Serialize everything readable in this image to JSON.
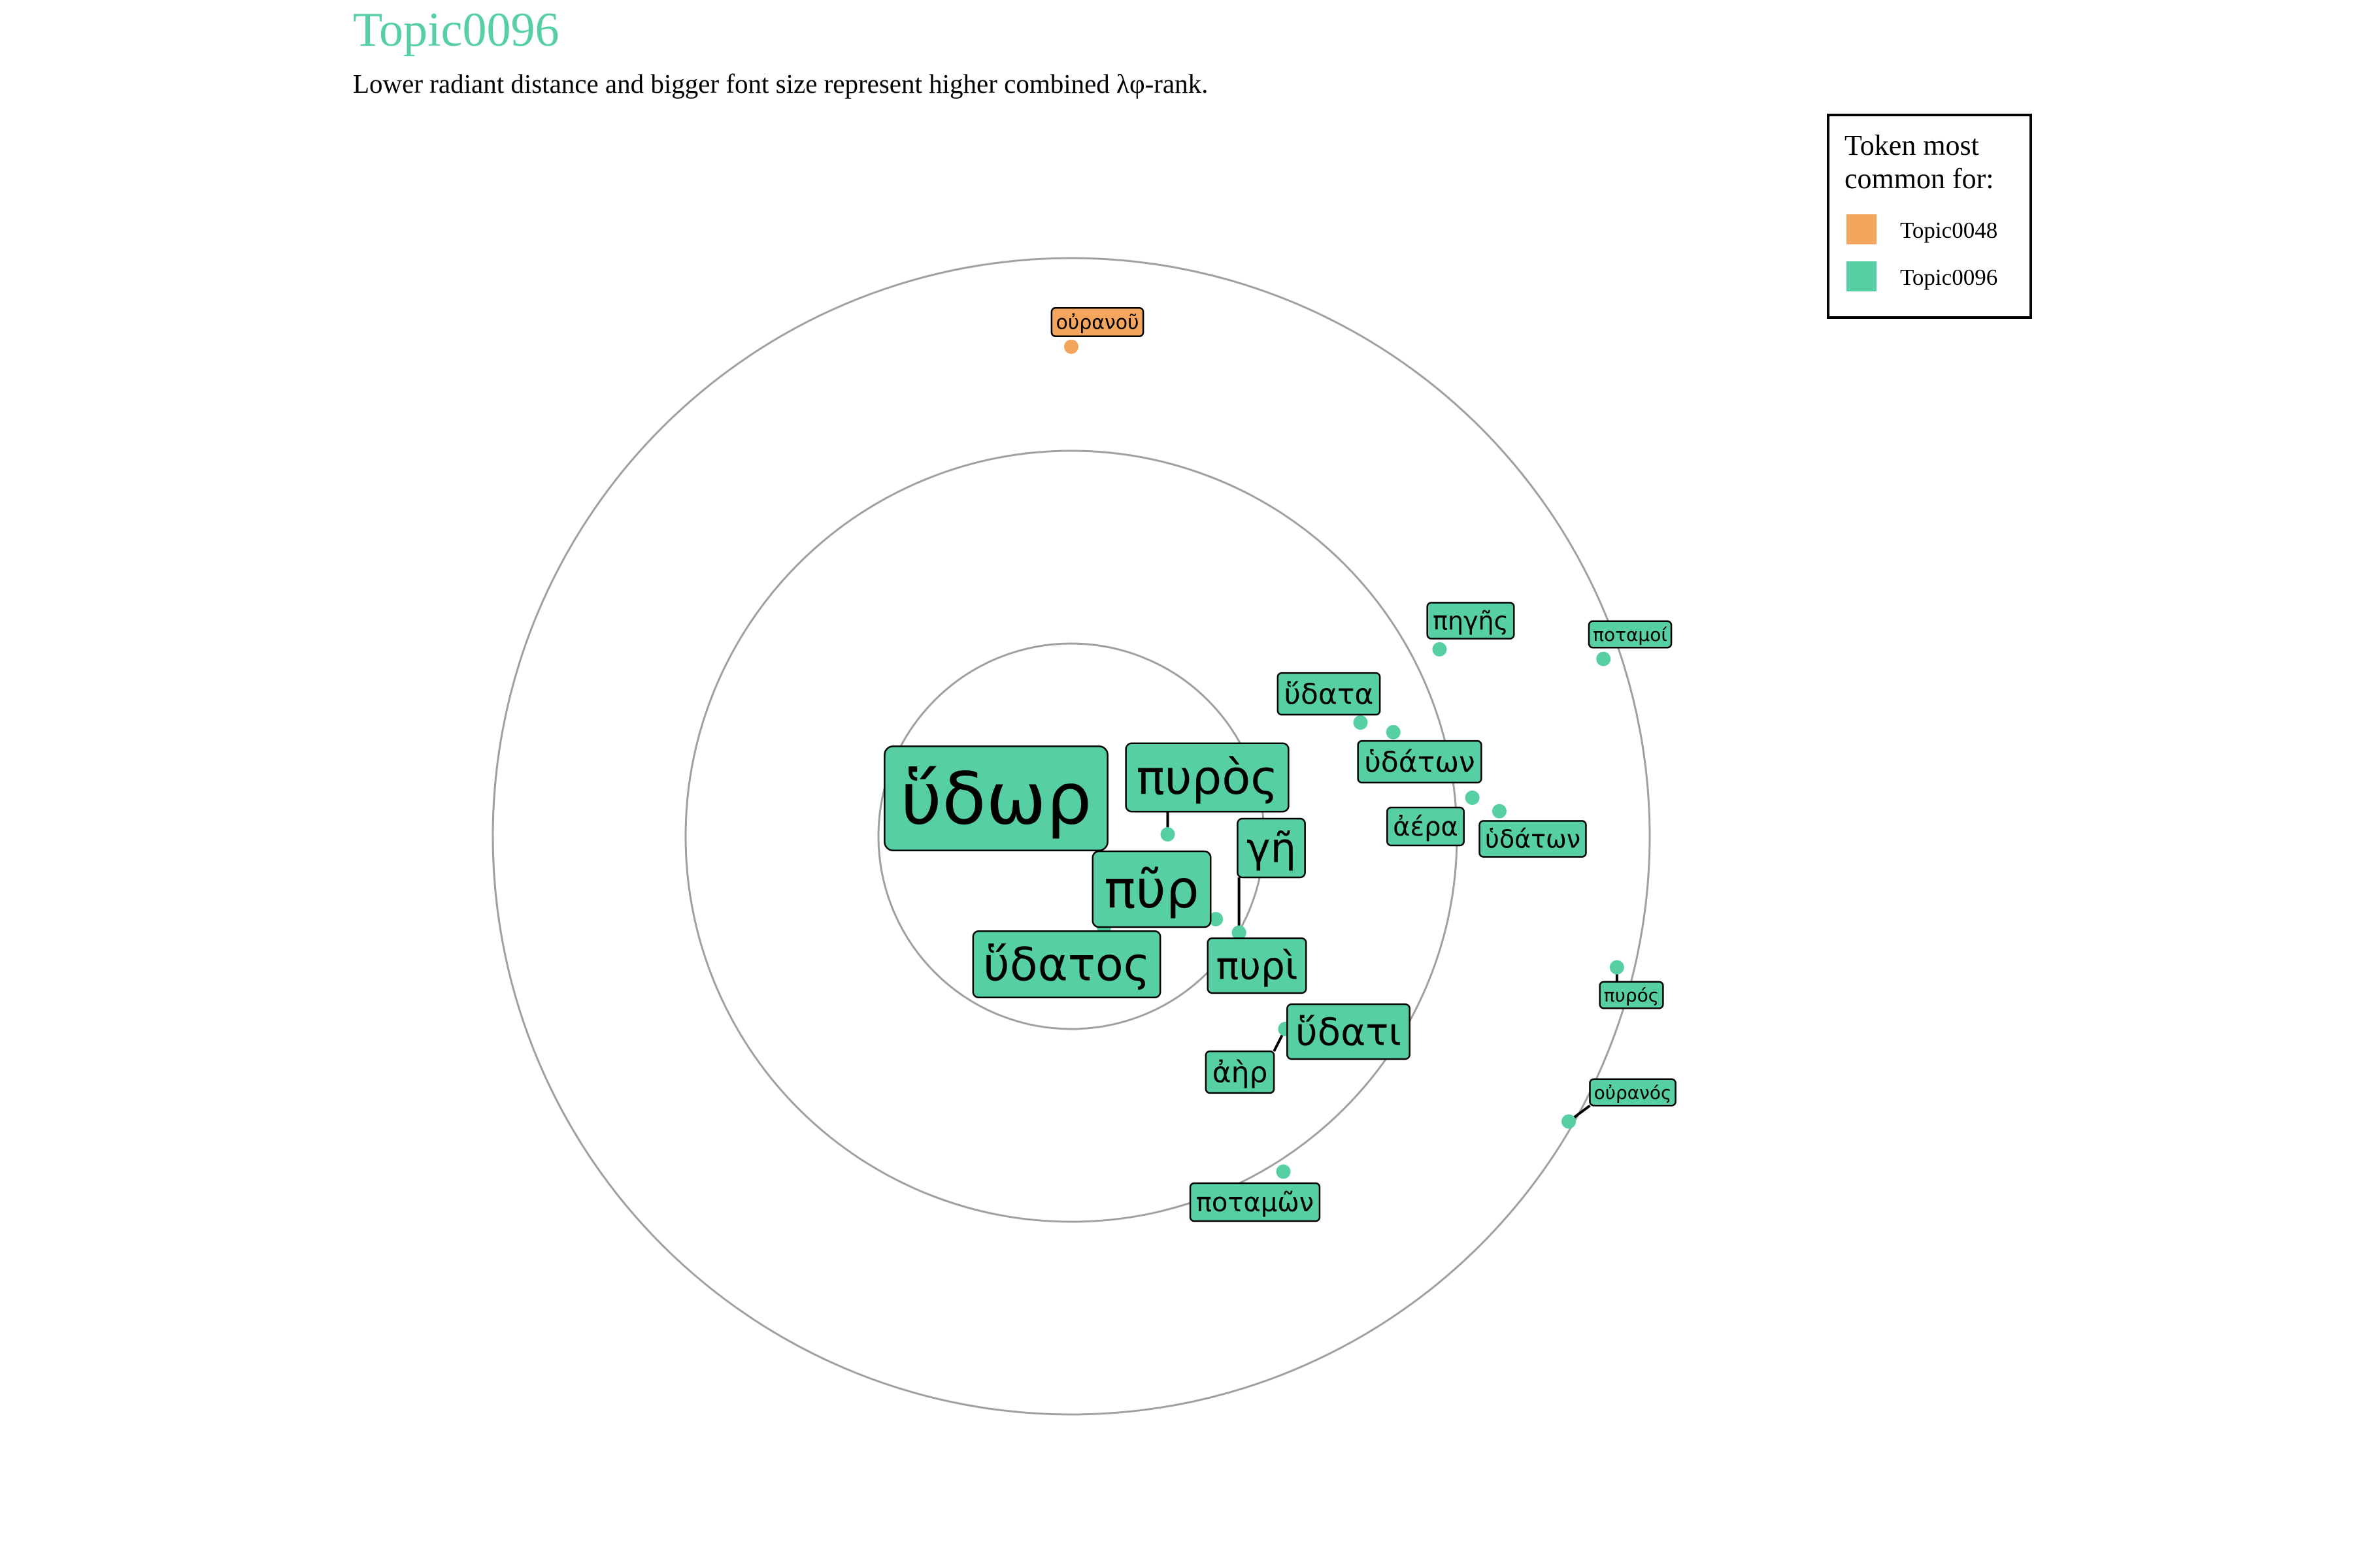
{
  "colors": {
    "Topic0048": "#F4A65E",
    "Topic0096": "#56CFA2",
    "ring": "#A0A0A0"
  },
  "chart_data": {
    "type": "scatter",
    "coordinate_system": "radial",
    "title": "Topic0096",
    "subtitle": "Lower radiant distance and bigger font size represent higher combined λφ-rank.",
    "legend": {
      "title_line1": "Token most",
      "title_line2": "common for:",
      "position": "top-right",
      "entries": [
        "Topic0048",
        "Topic0096"
      ]
    },
    "rings": [
      1,
      2,
      3
    ],
    "points": [
      {
        "token": "ὕδωρ",
        "topic": "Topic0096",
        "x": 0.12,
        "y": 0.07
      },
      {
        "token": "πῦρ",
        "topic": "Topic0096",
        "x": 0.75,
        "y": -0.43
      },
      {
        "token": "πυρὸς",
        "topic": "Topic0096",
        "x": 0.5,
        "y": 0.01
      },
      {
        "token": "ὕδατος",
        "topic": "Topic0096",
        "x": 0.17,
        "y": -0.47
      },
      {
        "token": "γῆ",
        "topic": "Topic0096",
        "x": 0.87,
        "y": -0.5
      },
      {
        "token": "πυρὶ",
        "topic": "Topic0096",
        "x": 0.87,
        "y": -0.5
      },
      {
        "token": "ὕδατι",
        "topic": "Topic0096",
        "x": 1.11,
        "y": -1.0
      },
      {
        "token": "ἀὴρ",
        "topic": "Topic0096",
        "x": 1.11,
        "y": -1.0
      },
      {
        "token": "ὕδατα",
        "topic": "Topic0096",
        "x": 1.5,
        "y": 0.59
      },
      {
        "token": "ὑδάτων",
        "topic": "Topic0096",
        "x": 1.67,
        "y": 0.54
      },
      {
        "token": "ἀέρα",
        "topic": "Topic0096",
        "x": 2.08,
        "y": 0.2
      },
      {
        "token": "ὑδάτων",
        "topic": "Topic0096",
        "x": 2.22,
        "y": 0.13
      },
      {
        "token": "πηγῆς",
        "topic": "Topic0096",
        "x": 1.91,
        "y": 0.97
      },
      {
        "token": "ποταμῶν",
        "topic": "Topic0096",
        "x": 1.1,
        "y": -1.74
      },
      {
        "token": "ποταμοί",
        "topic": "Topic0096",
        "x": 2.76,
        "y": 0.92
      },
      {
        "token": "πυρός",
        "topic": "Topic0096",
        "x": 2.83,
        "y": -0.68
      },
      {
        "token": "οὐρανός",
        "topic": "Topic0096",
        "x": 2.58,
        "y": -1.48
      },
      {
        "token": "οὐρανοῦ",
        "topic": "Topic0048",
        "x": 0.0,
        "y": 2.54
      }
    ]
  }
}
